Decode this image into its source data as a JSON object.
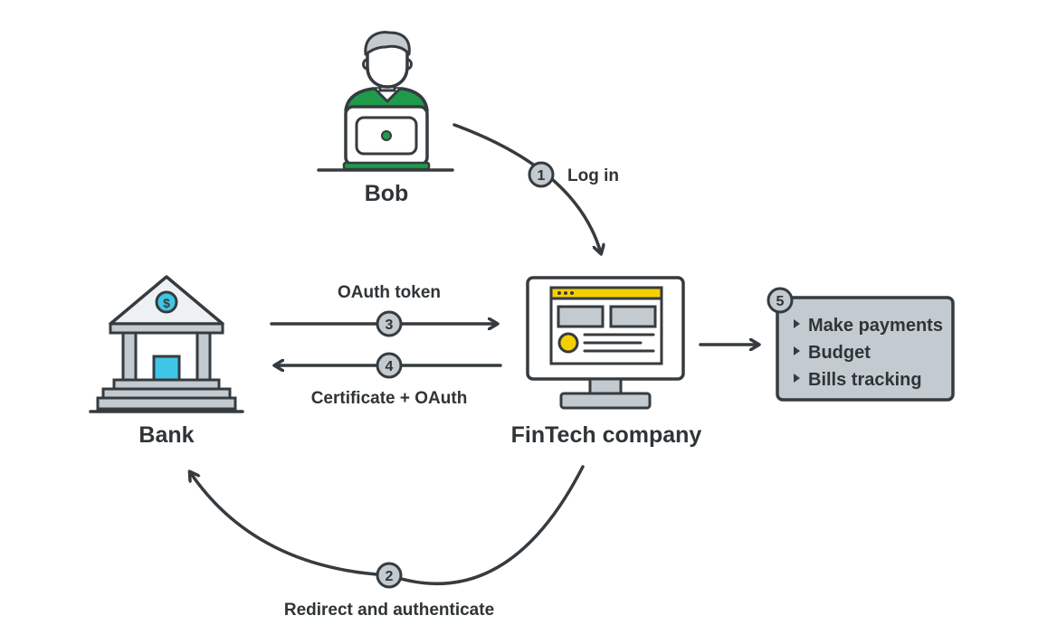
{
  "nodes": {
    "bob": {
      "label": "Bob"
    },
    "bank": {
      "label": "Bank"
    },
    "fintech": {
      "label": "FinTech company"
    }
  },
  "steps": [
    {
      "number": "1",
      "label": "Log in"
    },
    {
      "number": "2",
      "label": "Redirect and authenticate"
    },
    {
      "number": "3",
      "label": "OAuth token"
    },
    {
      "number": "4",
      "label": "Certificate + OAuth"
    },
    {
      "number": "5"
    }
  ],
  "features": {
    "items": [
      "Make payments",
      "Budget",
      "Bills tracking"
    ]
  },
  "colors": {
    "outline": "#363b3f",
    "green": "#1e9b4a",
    "yellow": "#f5d000",
    "cyan": "#3fc6e6",
    "gray_fill": "#c3cbd1",
    "light_fill": "#eef1f3"
  }
}
